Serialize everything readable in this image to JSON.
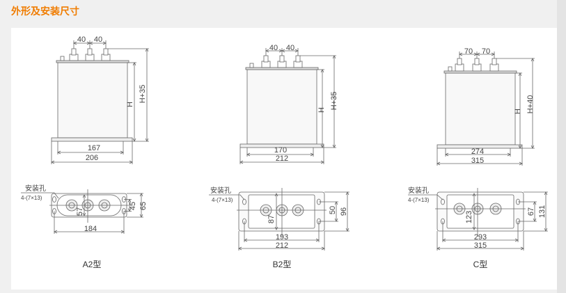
{
  "section_title": "外形及安装尺寸",
  "diagrams": [
    {
      "model": "A2型",
      "terminal_pitch": [
        "40",
        "40"
      ],
      "height": "H",
      "total_height": "H+35",
      "body_width": "167",
      "flange_width": "206",
      "hole_label": "安装孔",
      "hole_spec": "4-(7×13)",
      "depth": "57",
      "hole_pitch_v": "45",
      "plate_depth": "65",
      "hole_pitch_h": "184"
    },
    {
      "model": "B2型",
      "terminal_pitch": [
        "40",
        "40"
      ],
      "height": "H",
      "total_height": "H+35",
      "body_width": "170",
      "flange_width": "212",
      "hole_label": "安装孔",
      "hole_spec": "4-(7×13)",
      "depth": "87",
      "hole_pitch_v": "50",
      "plate_depth": "96",
      "hole_pitch_h": "193",
      "plate_width": "212"
    },
    {
      "model": "C型",
      "terminal_pitch": [
        "70",
        "70"
      ],
      "height": "H",
      "total_height": "H+40",
      "body_width": "274",
      "flange_width": "315",
      "hole_label": "安装孔",
      "hole_spec": "4-(7×13)",
      "depth": "123",
      "hole_pitch_v": "67",
      "plate_depth": "131",
      "hole_pitch_h": "293",
      "plate_width": "315"
    }
  ],
  "colors": {
    "title": "#f07c00",
    "line": "#555555"
  }
}
